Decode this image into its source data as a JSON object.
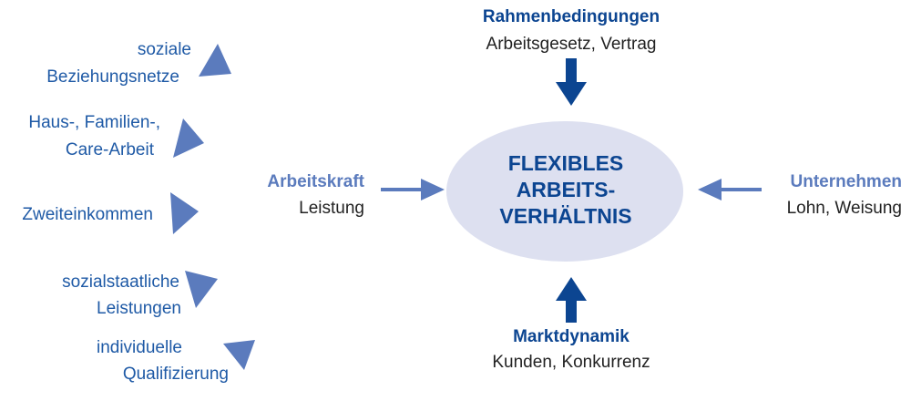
{
  "colors": {
    "dark_blue": "#0c4591",
    "light_blue": "#5b7bbd",
    "ellipse": "#dde0f0",
    "text_blue": "#1f5aa6"
  },
  "center": {
    "lines": [
      "FLEXIBLES",
      "ARBEITS-",
      "VERHÄLTNIS"
    ]
  },
  "top": {
    "title": "Rahmenbedingungen",
    "subtitle": "Arbeitsgesetz, Vertrag"
  },
  "bottom": {
    "title": "Marktdynamik",
    "subtitle": "Kunden, Konkurrenz"
  },
  "left": {
    "title": "Arbeitskraft",
    "subtitle": "Leistung"
  },
  "right": {
    "title": "Unternehmen",
    "subtitle": "Lohn, Weisung"
  },
  "resources": [
    {
      "lines": [
        "soziale",
        "Beziehungsnetze"
      ]
    },
    {
      "lines": [
        "Haus-, Familien-,",
        "Care-Arbeit"
      ]
    },
    {
      "lines": [
        "Zweiteinkommen"
      ]
    },
    {
      "lines": [
        "sozialstaatliche",
        "Leistungen"
      ]
    },
    {
      "lines": [
        "individuelle",
        "Qualifizierung"
      ]
    }
  ]
}
